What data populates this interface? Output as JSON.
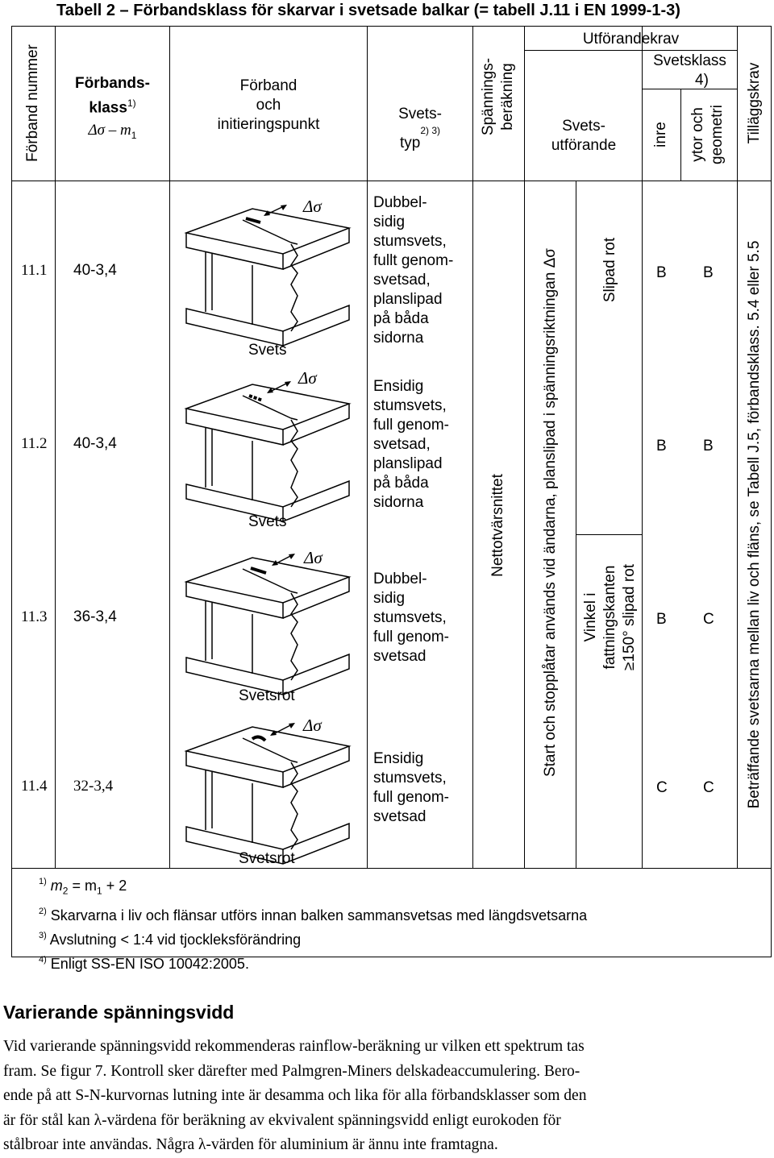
{
  "table": {
    "title": "Tabell 2 – Förbandsklass för skarvar i svetsade balkar (= tabell J.11 i EN 1999-1-3)",
    "headers": {
      "forband_nummer": "Förband nummer",
      "forbandsklass_l1": "Förbands-",
      "forbandsklass_l2": "klass",
      "forbandsklass_sup": "1)",
      "forbandsklass_sym": "Δσ – m",
      "forbandsklass_sub": "1",
      "forband_l1": "Förband",
      "forband_l2": "och",
      "forband_l3": "initieringspunkt",
      "svetstyp_l1": "Svets-",
      "svetstyp_l2": "typ",
      "svetstyp_sup": "2) 3)",
      "spanning_l1": "Spännings-",
      "spanning_l2": "beräkning",
      "utforandekrav": "Utförandekrav",
      "svetsutforande_l1": "Svets-",
      "svetsutforande_l2": "utförande",
      "svetsklass": "Svetsklass",
      "svetsklass_sup": "4)",
      "inre": "inre",
      "ytor_l1": "ytor och",
      "ytor_l2": "geometri",
      "tillaggskrav": "Tilläggskrav"
    },
    "rows": [
      {
        "nr": "11.1",
        "klass": "40-3,4",
        "svetstyp": [
          "Dubbel-",
          "sidig",
          "stumsvets,",
          "fullt genom-",
          "svetsad,",
          "planslipad",
          "på båda",
          "sidorna"
        ],
        "inre": "B",
        "ytor": "B",
        "label": "Svets"
      },
      {
        "nr": "11.2",
        "klass": "40-3,4",
        "svetstyp": [
          "Ensidig",
          "stumsvets,",
          "full genom-",
          "svetsad,",
          "planslipad",
          "på båda",
          "sidorna"
        ],
        "inre": "B",
        "ytor": "B",
        "label": "Svets"
      },
      {
        "nr": "11.3",
        "klass": "36-3,4",
        "svetstyp": [
          "Dubbel-",
          "sidig",
          "stumsvets,",
          "full genom-",
          "svetsad"
        ],
        "inre": "B",
        "ytor": "C",
        "label": "Svetsrot"
      },
      {
        "nr": "11.4",
        "klass": "32-3,4",
        "svetstyp": [
          "Ensidig",
          "stumsvets,",
          "full genom-",
          "svetsad"
        ],
        "inre": "C",
        "ytor": "C",
        "label": "Svetsrot"
      }
    ],
    "delta_sigma": "Δσ",
    "merged": {
      "nettotvarsnittet": "Nettotvärsnittet",
      "start_stopp": "Start och stopplåtar används vid ändarna, planslipad i spänningsriktningan Δσ",
      "slipad_rot": "Slipad rot",
      "vinkel_l1": "Vinkel i",
      "vinkel_l2": "fattningskanten",
      "vinkel_l3": "≥150° slipad rot",
      "betraffande": "Beträffande svetsarna mellan liv och fläns, se Tabell J.5, förbandsklass. 5.4 eller 5.5"
    },
    "footnotes": [
      {
        "num": "1)",
        "text_a": "m",
        "sub_a": "2",
        "text_b": " = m",
        "sub_b": "1",
        "text_c": " + 2"
      },
      {
        "num": "2)",
        "text": "Skarvarna i liv och flänsar utförs innan balken sammansvetsas med längdsvetsarna"
      },
      {
        "num": "3)",
        "text": "Avslutning < 1:4 vid tjockleksförändring"
      },
      {
        "num": "4)",
        "text": "Enligt SS-EN ISO 10042:2005."
      }
    ]
  },
  "section": {
    "heading": "Varierande spänningsvidd",
    "lines": [
      "Vid varierande spänningsvidd rekommenderas rainflow-beräkning ur vilken ett spektrum tas",
      "fram. Se figur 7. Kontroll sker därefter med Palmgren-Miners delskadeaccumulering. Bero-",
      "ende på att S-N-kurvornas lutning inte är desamma och lika för alla förbandsklasser som den",
      "är för stål kan λ-värdena för beräkning av ekvivalent spänningsvidd enligt eurokoden för",
      "stålbroar inte användas. Några λ-värden för aluminium är ännu inte framtagna."
    ]
  }
}
